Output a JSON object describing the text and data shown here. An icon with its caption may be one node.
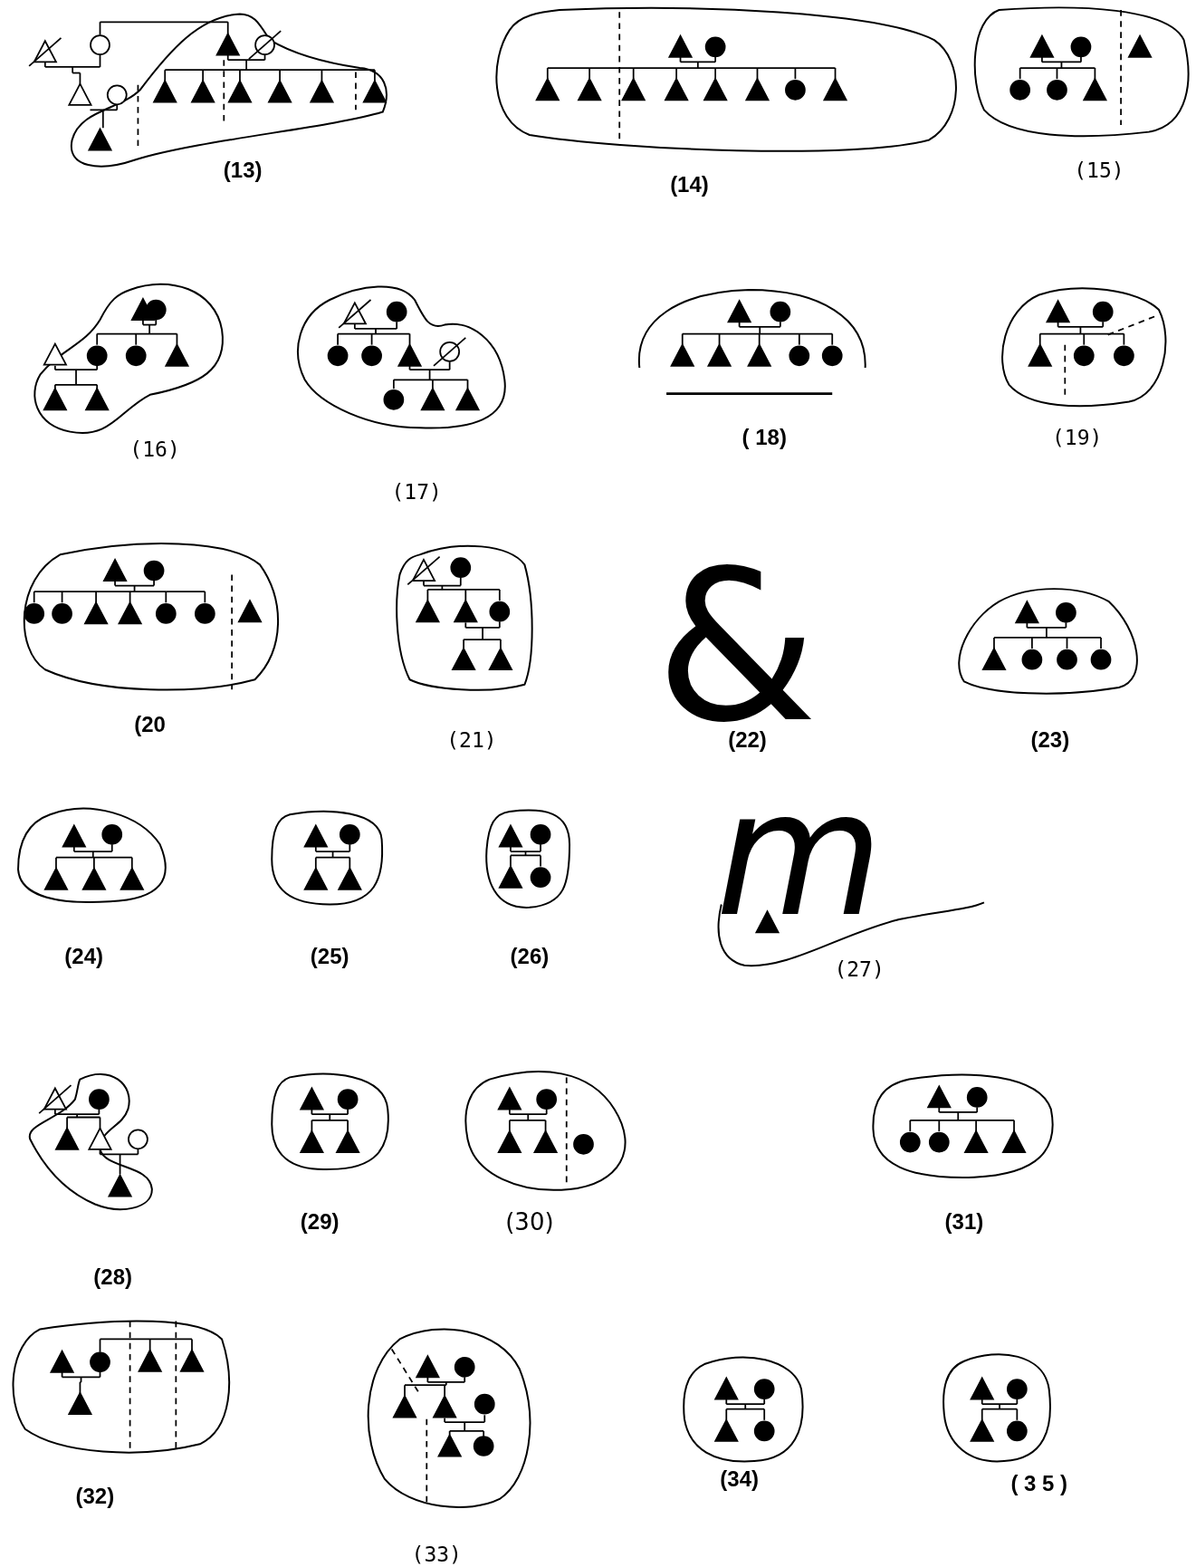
{
  "diagram": {
    "labels": [
      "(13)",
      "(14)",
      "(15)",
      "(16)",
      "(17)",
      "( 18)",
      "(19)",
      "(20",
      "(21)",
      "&",
      "(22)",
      "(23)",
      "(24)",
      "(25)",
      "(26)",
      "m",
      "(27)",
      "(28)",
      "(29)",
      "(30)",
      "(31)",
      "(32)",
      "(33)",
      "(34)",
      "( 3 5 )"
    ]
  }
}
